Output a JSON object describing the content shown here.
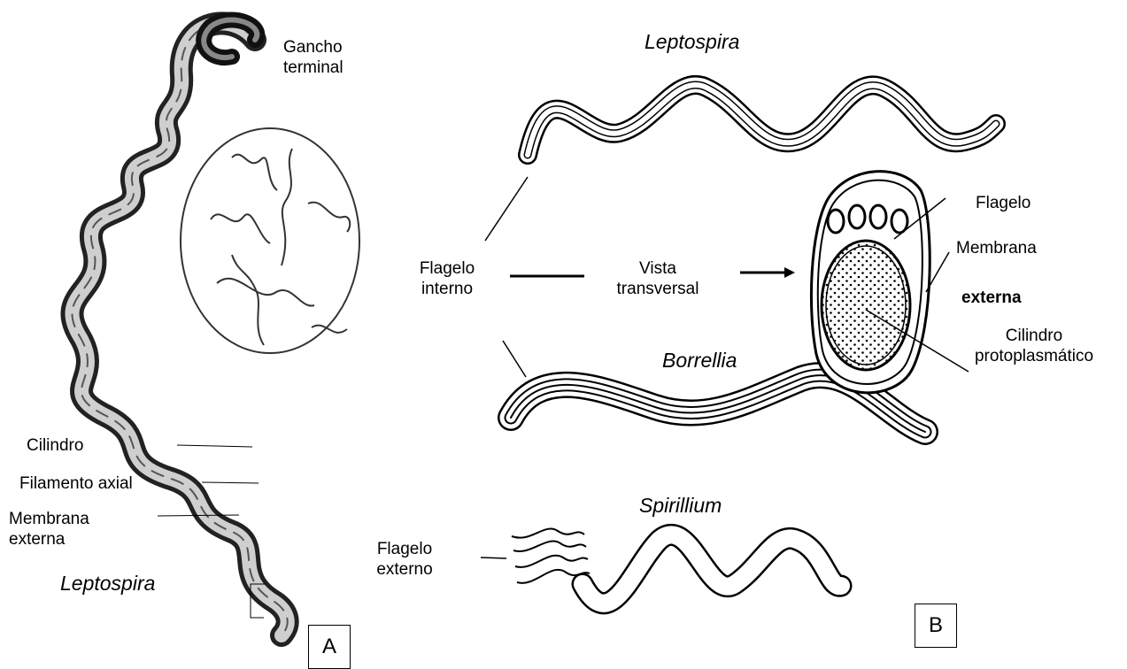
{
  "panel_a": {
    "label": "A",
    "title": "Leptospira",
    "gancho_line1": "Gancho",
    "gancho_line2": "terminal",
    "cilindro": "Cilindro",
    "filamento": "Filamento axial",
    "membrana_line1": "Membrana",
    "membrana_line2": "externa"
  },
  "panel_b": {
    "label": "B",
    "leptospira_title": "Leptospira",
    "borrellia_title": "Borrellia",
    "spirillium_title": "Spirillium",
    "flagelo_interno_line1": "Flagelo",
    "flagelo_interno_line2": "interno",
    "vista_line1": "Vista",
    "vista_line2": "transversal",
    "flagelo": "Flagelo",
    "membrana": "Membrana",
    "externa": "externa",
    "cilindro_line1": "Cilindro",
    "cilindro_line2": "protoplasmático",
    "flagelo_externo_line1": "Flagelo",
    "flagelo_externo_line2": "externo"
  }
}
